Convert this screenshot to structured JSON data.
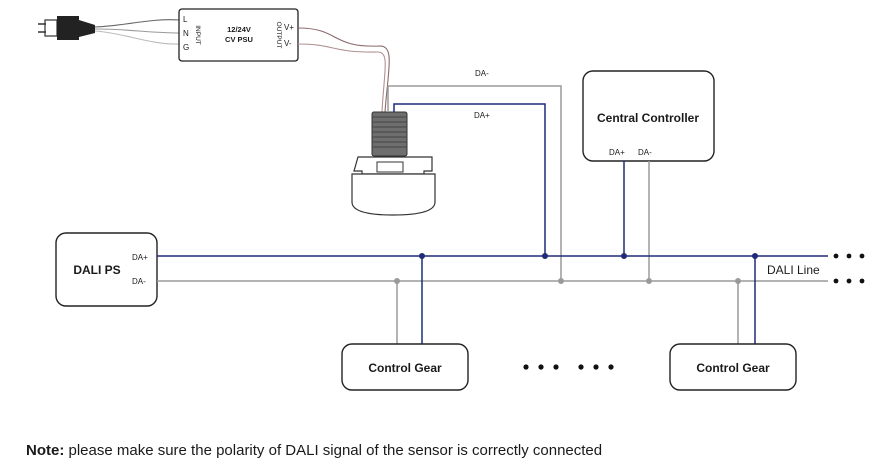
{
  "psu": {
    "title_line1": "12/24V",
    "title_line2": "CV PSU",
    "input_label": "INPUT",
    "output_label": "OUTPUT",
    "pin_l": "L",
    "pin_n": "N",
    "pin_g": "G",
    "out_pos": "V+",
    "out_neg": "V-"
  },
  "sensor_wires": {
    "da_minus": "DA-",
    "da_plus": "DA+"
  },
  "central_controller": {
    "title": "Central Controller",
    "da_plus": "DA+",
    "da_minus": "DA-"
  },
  "dali_ps": {
    "title": "DALI PS",
    "da_plus": "DA+",
    "da_minus": "DA-"
  },
  "dali_line_label": "DALI Line",
  "control_gear": [
    {
      "label": "Control Gear"
    },
    {
      "label": "Control Gear"
    }
  ],
  "note": {
    "prefix": "Note:",
    "text": " please make sure the polarity of DALI signal of the sensor is correctly connected"
  },
  "colors": {
    "da_plus_wire": "#1f2a7a",
    "da_minus_wire": "#9a9a9a",
    "outline": "#222222"
  }
}
